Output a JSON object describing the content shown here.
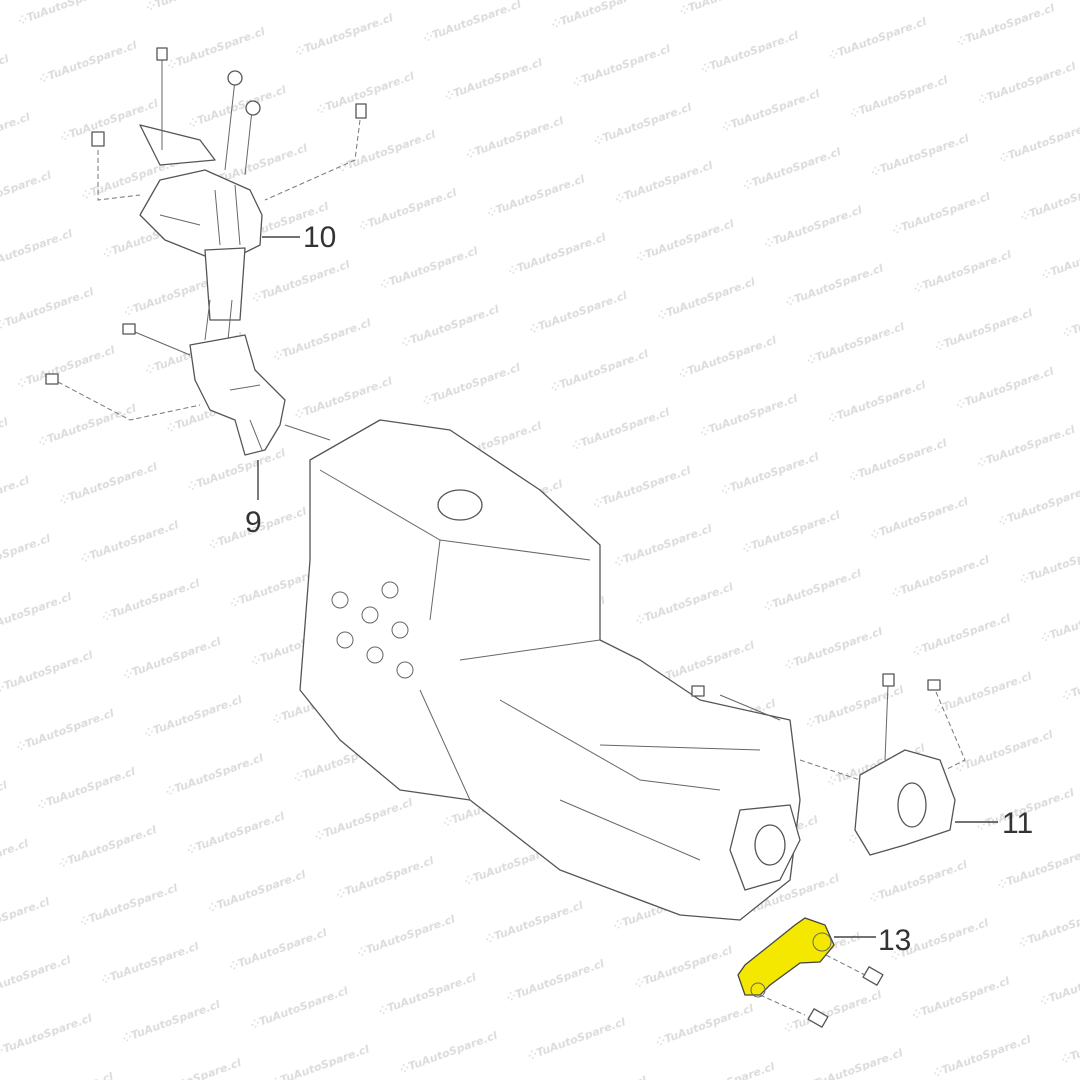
{
  "watermark": "TuAutoSpare.cl",
  "callouts": {
    "part_10": "10",
    "part_9": "9",
    "part_11": "11",
    "part_13": "13"
  },
  "highlight": {
    "part": "13",
    "color": "#f5e800"
  }
}
